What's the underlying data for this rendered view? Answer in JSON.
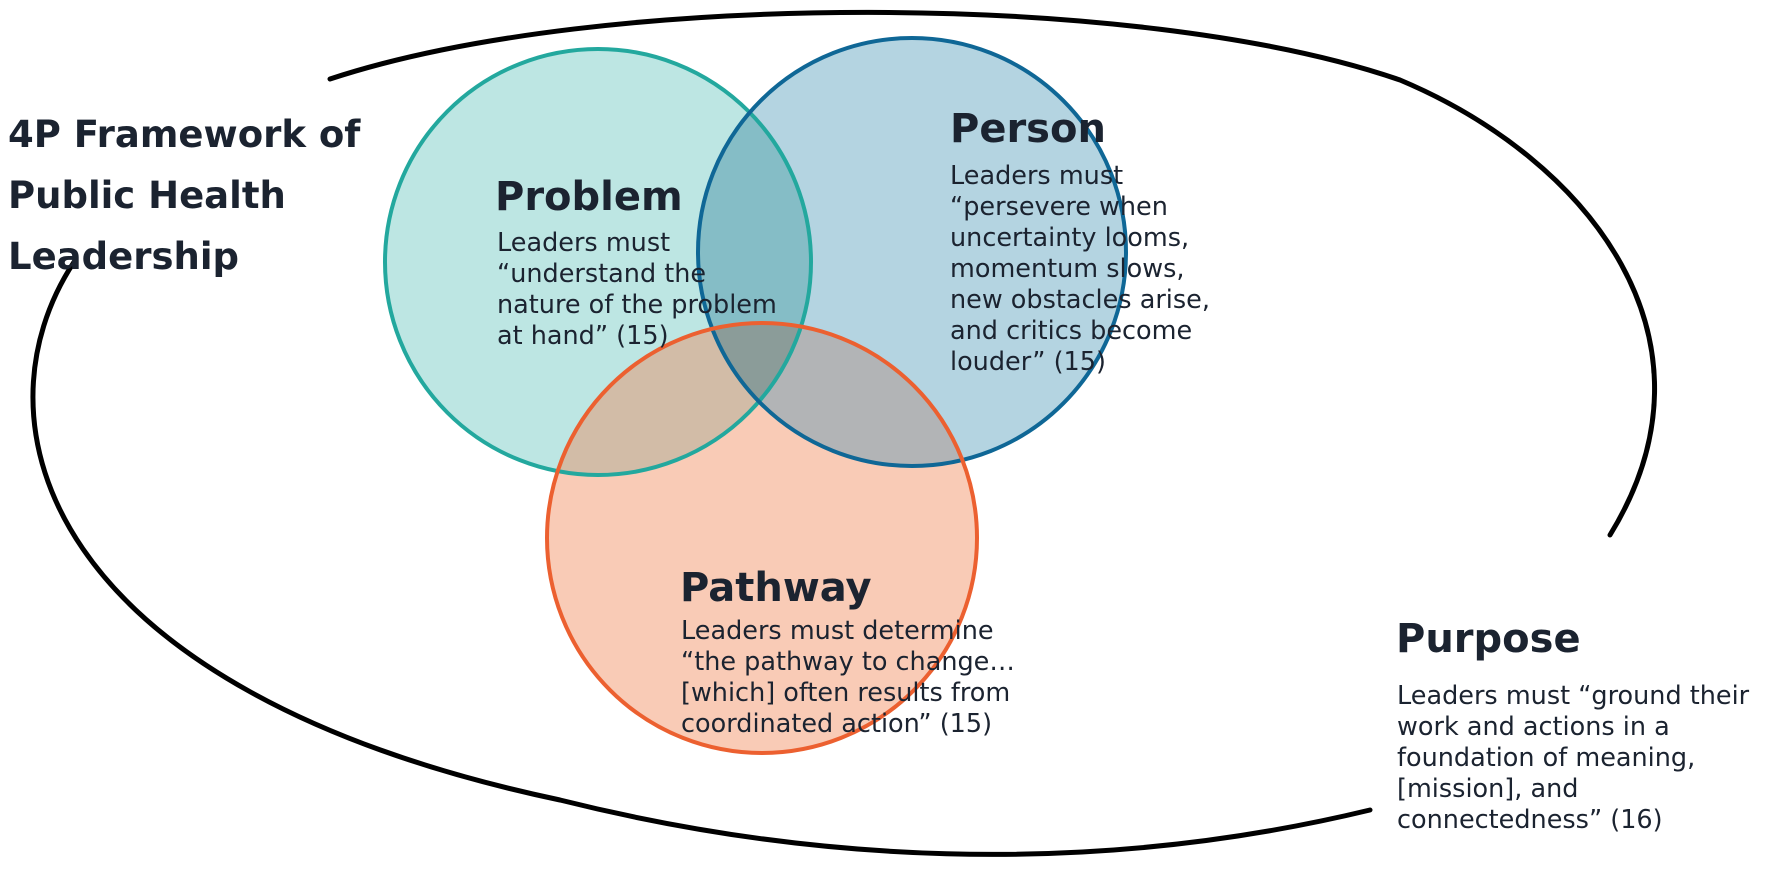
{
  "title": {
    "lines": [
      "4P Framework of",
      "Public Health",
      "Leadership"
    ]
  },
  "circles": {
    "problem": {
      "heading": "Problem",
      "lines": [
        "Leaders must",
        "“understand the",
        "nature of the problem",
        "at hand” (15)"
      ],
      "fill": "#bde6e3",
      "stroke": "#23a89e"
    },
    "person": {
      "heading": "Person",
      "lines": [
        "Leaders must",
        "“persevere when",
        "uncertainty looms,",
        "momentum slows,",
        "new obstacles arise,",
        "and critics become",
        "louder”  (15)"
      ],
      "fill": "#b4d4e1",
      "stroke": "#0f6796"
    },
    "pathway": {
      "heading": "Pathway",
      "lines": [
        "Leaders must determine",
        "“the pathway to change…",
        "[which] often results from",
        "coordinated action” (15)"
      ],
      "fill": "#f9cbb6",
      "stroke": "#ec6030"
    }
  },
  "purpose": {
    "heading": "Purpose",
    "lines": [
      "Leaders must “ground their",
      "work and actions in a",
      "foundation of meaning,",
      "[mission], and",
      "connectedness” (16)"
    ]
  },
  "colors": {
    "text": "#1b2330",
    "ellipse": "#000000",
    "overlap_problem_person": "#85bdc6",
    "overlap_problem_pathway": "#d2bca7",
    "overlap_person_pathway": "#b2b4b6",
    "overlap_center": "#8b9c99"
  }
}
